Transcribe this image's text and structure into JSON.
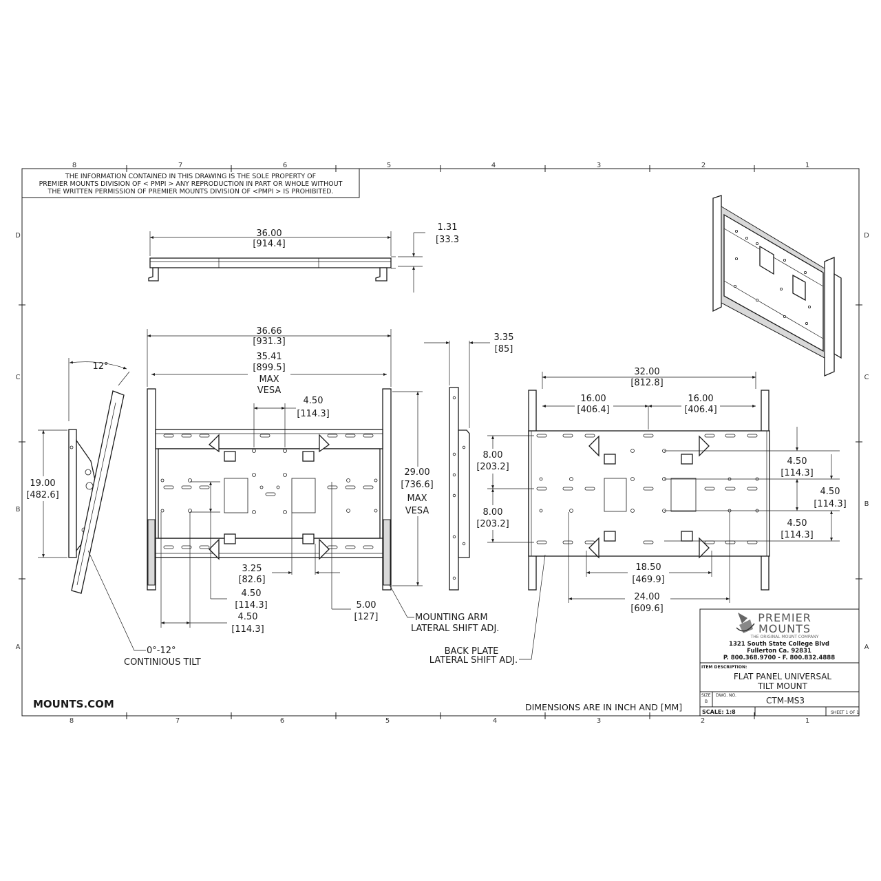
{
  "notice": {
    "line1": "THE  INFORMATION  CONTAINED  IN  THIS  DRAWING  IS  THE  SOLE  PROPERTY  OF",
    "line2": "PREMIER MOUNTS DIVISION OF < PMPI >  ANY  REPRODUCTION  IN  PART  OR  WHOLE WITHOUT",
    "line3": "THE  WRITTEN  PERMISSION  OF PREMIER MOUNTS DIVISION OF <PMPI >  IS  PROHIBITED."
  },
  "grid": {
    "columns": [
      "8",
      "7",
      "6",
      "5",
      "4",
      "3",
      "2",
      "1"
    ],
    "rows": [
      "D",
      "C",
      "B",
      "A"
    ]
  },
  "top_view": {
    "width_in": "36.00",
    "width_mm": "[914.4]",
    "depth_in": "1.31",
    "depth_mm": "[33.3"
  },
  "side_tilt": {
    "angle": "12°",
    "height_in": "19.00",
    "height_mm": "[482.6]",
    "callout1": "0°-12°",
    "callout2": "CONTINIOUS TILT"
  },
  "front_view": {
    "overall_in": "36.66",
    "overall_mm": "[931.3]",
    "vesa_in": "35.41",
    "vesa_mm": "[899.5]",
    "vesa_label1": "MAX",
    "vesa_label2": "VESA",
    "center_in": "4.50",
    "center_mm": "[114.3]",
    "height_in": "29.00",
    "height_mm": "[736.6]",
    "height_label1": "MAX",
    "height_label2": "VESA",
    "d325_in": "3.25",
    "d325_mm": "[82.6]",
    "d450a_in": "4.50",
    "d450a_mm": "[114.3]",
    "d450b_in": "4.50",
    "d450b_mm": "[114.3]",
    "d500_in": "5.00",
    "d500_mm": "[127]",
    "arm_label1": "MOUNTING ARM",
    "arm_label2": "LATERAL SHIFT ADJ."
  },
  "arm_side": {
    "depth_in": "3.35",
    "depth_mm": "[85]"
  },
  "back_plate": {
    "width_in": "32.00",
    "width_mm": "[812.8]",
    "half_l_in": "16.00",
    "half_l_mm": "[406.4]",
    "half_r_in": "16.00",
    "half_r_mm": "[406.4]",
    "v800a_in": "8.00",
    "v800a_mm": "[203.2]",
    "v800b_in": "8.00",
    "v800b_mm": "[203.2]",
    "r450a_in": "4.50",
    "r450a_mm": "[114.3]",
    "r450b_in": "4.50",
    "r450b_mm": "[114.3]",
    "r450c_in": "4.50",
    "r450c_mm": "[114.3]",
    "d1850_in": "18.50",
    "d1850_mm": "[469.9]",
    "d2400_in": "24.00",
    "d2400_mm": "[609.6]",
    "label1": "BACK PLATE",
    "label2": "LATERAL SHIFT ADJ."
  },
  "footer": {
    "website": "MOUNTS.COM",
    "units_note": "DIMENSIONS ARE IN INCH AND [MM]"
  },
  "title_block": {
    "brand1": "PREMIER",
    "brand2": "MOUNTS",
    "tagline": "THE ORIGINAL MOUNT COMPANY",
    "address1": "1321 South State College Blvd",
    "address2": "Fullerton Ca. 92831",
    "phone": "P. 800.368.9700 - F. 800.832.4888",
    "item_desc_label": "ITEM DESCRIPTION:",
    "desc1": "FLAT PANEL UNIVERSAL",
    "desc2": "TILT MOUNT",
    "size_label": "SIZE",
    "size_value": "B",
    "dwg_label": "DWG.  NO.",
    "dwg_value": "CTM-MS3",
    "scale": "SCALE: 1:8",
    "sheet": "SHEET  1  OF  1"
  },
  "colors": {
    "ink": "#1a1a1a",
    "paper": "#ffffff",
    "fill": "#d9d9d9"
  }
}
